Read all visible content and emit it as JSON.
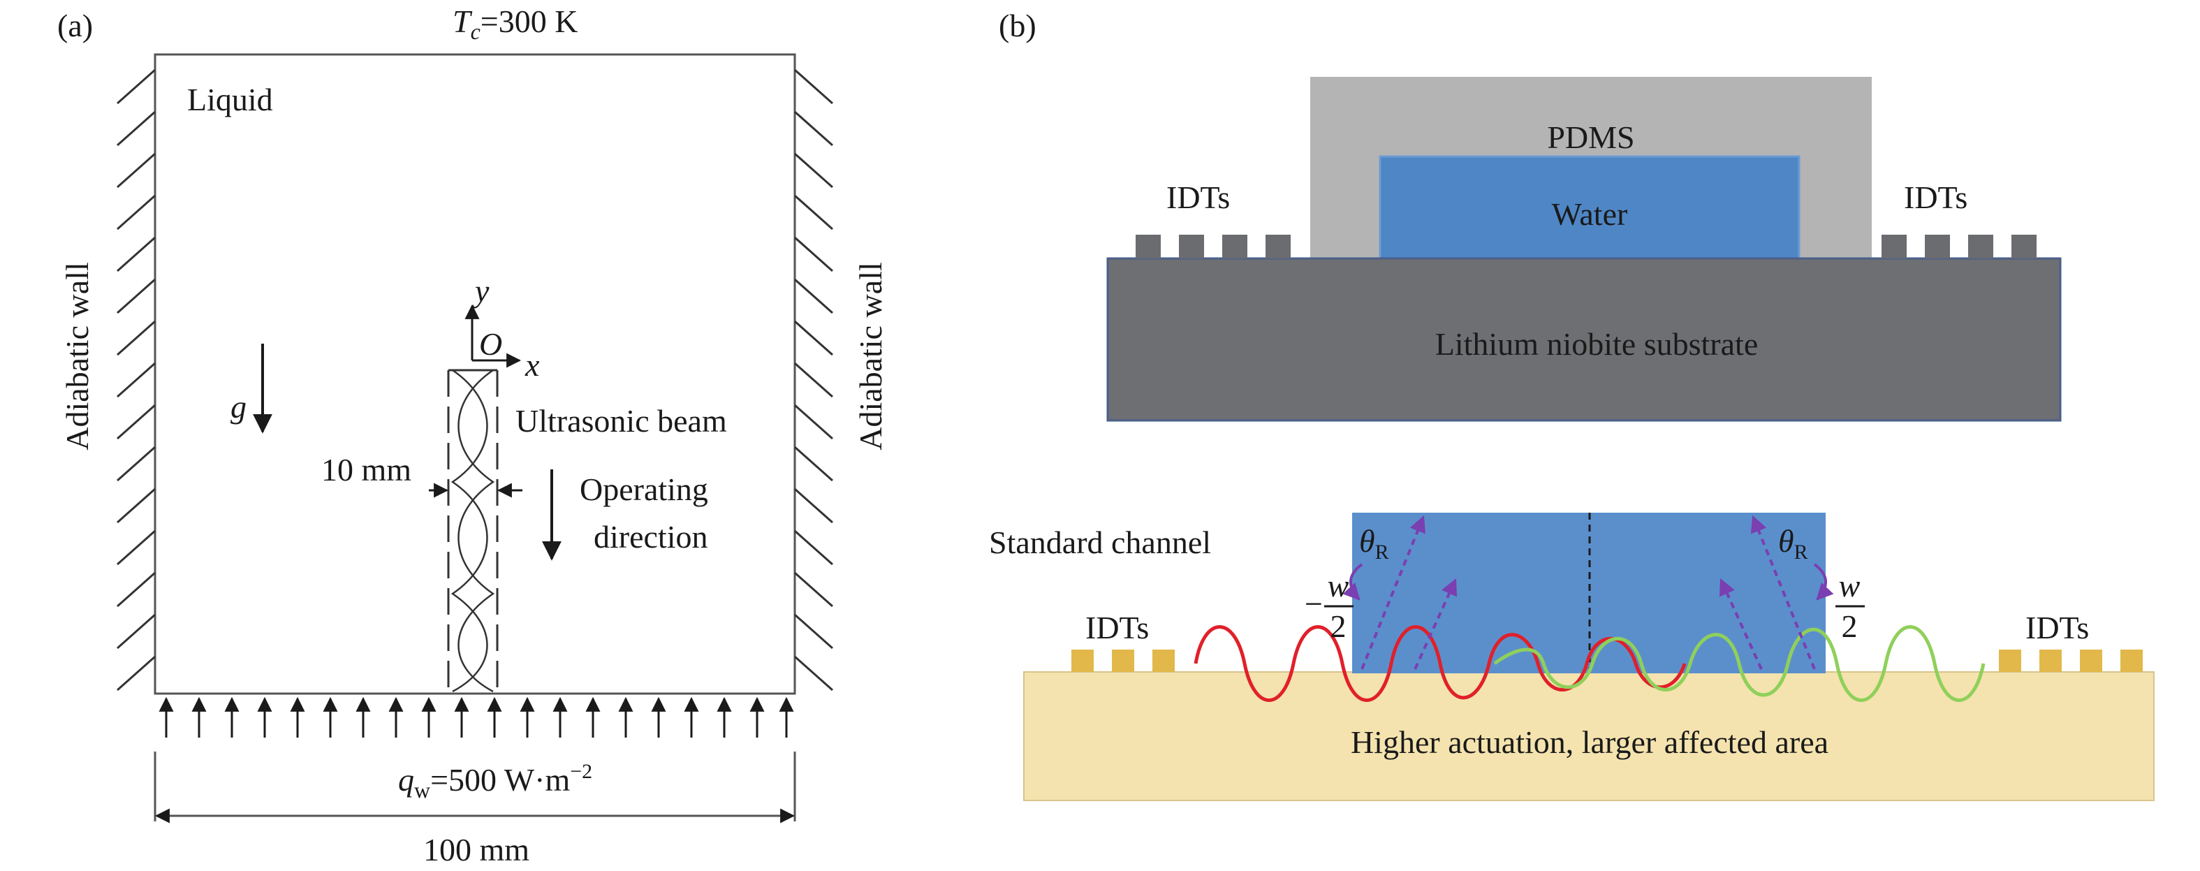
{
  "panel_a": {
    "label": "(a)",
    "top_temp_symbol": "T",
    "top_temp_sub": "c",
    "top_temp_value": "=300 K",
    "liquid_label": "Liquid",
    "left_wall_label": "Adiabatic wall",
    "right_wall_label": "Adiabatic wall",
    "gravity_label": "g",
    "axis_y": "y",
    "axis_x": "x",
    "origin": "O",
    "beam_label": "Ultrasonic beam",
    "beam_width": "10 mm",
    "operating_line1": "Operating",
    "operating_line2": "direction",
    "heat_flux_symbol": "q",
    "heat_flux_sub": "w",
    "heat_flux_value": "=500 W·m",
    "heat_flux_exp": "−2",
    "width_label": "100 mm"
  },
  "panel_b": {
    "label": "(b)",
    "top": {
      "pdms": "PDMS",
      "water": "Water",
      "idt_left": "IDTs",
      "idt_right": "IDTs",
      "substrate": "Lithium niobite substrate"
    },
    "bottom": {
      "channel_label": "Standard channel",
      "idt_left": "IDTs",
      "idt_right": "IDTs",
      "theta": "θ",
      "theta_sub": "R",
      "w_sym": "w",
      "two": "2",
      "minus": "−",
      "substrate_text": "Higher actuation, larger affected area"
    }
  },
  "colors": {
    "pdms": "#b4b4b5",
    "water": "#4f86c6",
    "substrate_dark": "#6e6f73",
    "idt_dark": "#6b6c70",
    "substrate_light": "#f4e3ae",
    "idt_gold": "#e2b84a",
    "wave_red": "#e0202a",
    "wave_green": "#8fd05a",
    "arrow_purple": "#7a3fb0"
  }
}
